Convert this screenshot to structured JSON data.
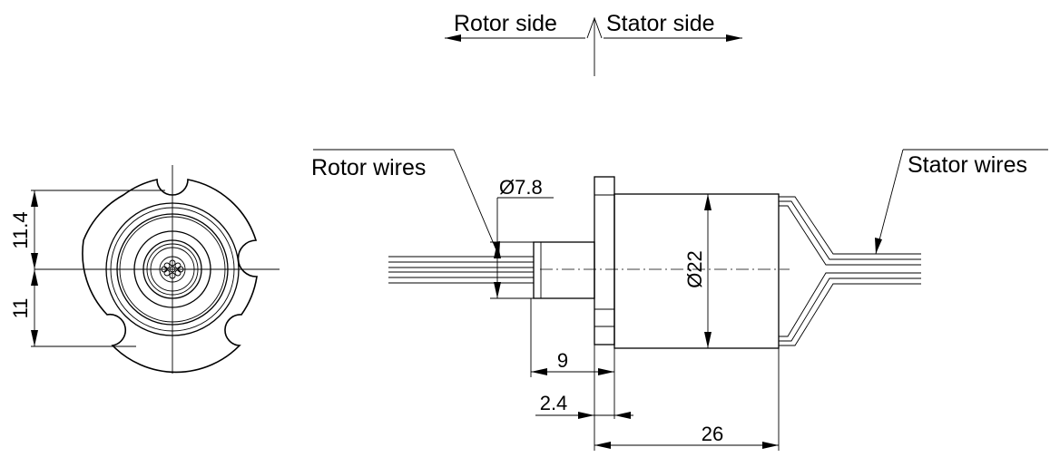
{
  "labels": {
    "rotor_side": "Rotor side",
    "stator_side": "Stator side",
    "rotor_wires": "Rotor wires",
    "stator_wires": "Stator wires"
  },
  "dimensions": {
    "bore_diameter": "Ø7.8",
    "body_diameter": "Ø22",
    "height_top": "11.4",
    "height_bottom": "11",
    "rotor_length": "9",
    "flange_thickness": "2.4",
    "body_length": "26"
  }
}
